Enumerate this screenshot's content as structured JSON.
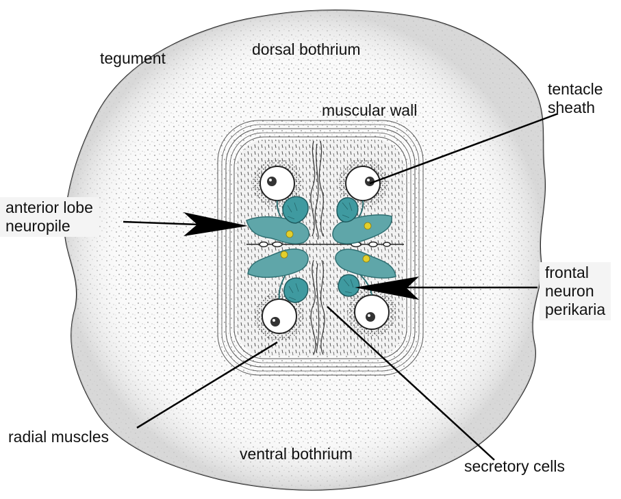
{
  "labels": {
    "tegument": "tegument",
    "dorsal_bothrium": "dorsal bothrium",
    "muscular_wall": "muscular wall",
    "tentacle_sheath": [
      "tentacle",
      "sheath"
    ],
    "anterior_lobe_neuropile": [
      "anterior lobe",
      "neuropile"
    ],
    "frontal_neuron_perikaria": [
      "frontal",
      "neuron",
      "perikaria"
    ],
    "radial_muscles": "radial muscles",
    "ventral_bothrium": "ventral bothrium",
    "secretory_cells": "secretory cells"
  },
  "colors": {
    "neuropile_fill": "#5fa6a9",
    "neuropile_stroke": "#2f6f72",
    "perikaria_fill": "#3f9aa0",
    "yellow_nuclei": "#e3cf2b",
    "tissue_dots": "#333333",
    "outline": "#222222"
  }
}
